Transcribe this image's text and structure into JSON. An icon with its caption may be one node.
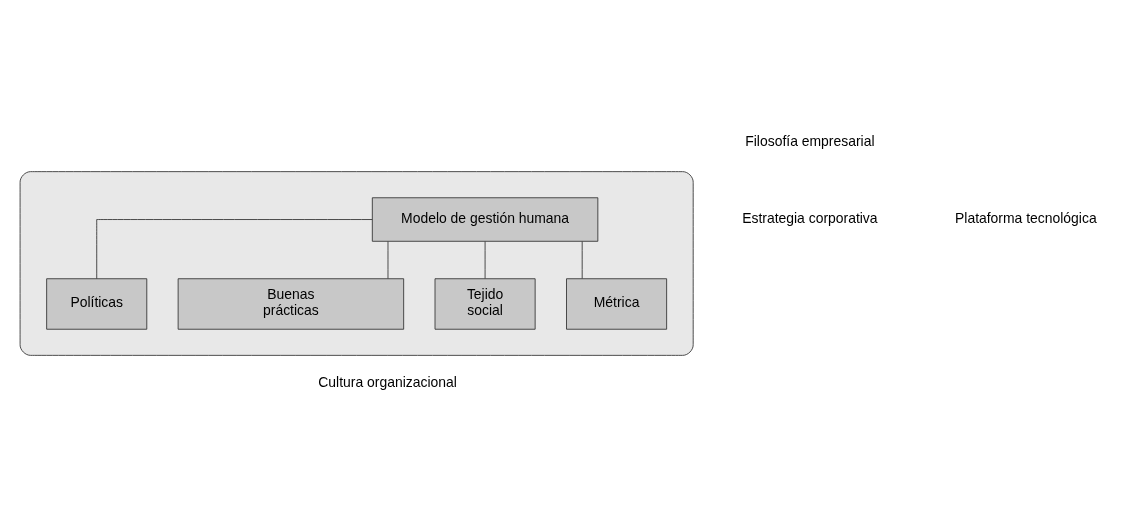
{
  "diagram": {
    "nodes": [
      {
        "text": [],
        "shape": "box"
      },
      {
        "text": [
          "Modelo de gestión humana"
        ],
        "in": 0
      },
      {
        "text": [
          "Políticas"
        ],
        "in": 0
      },
      {
        "text": [
          "Buenas prácticas"
        ],
        "in": 0
      },
      {
        "text": [
          "Tejido social"
        ],
        "in": 0
      },
      {
        "text": [
          "Métrica"
        ],
        "in": 0
      }
    ],
    "edges": [
      {
        "from": 1,
        "to": 2,
        "arrow": "none"
      },
      {
        "from": 1,
        "to": 3,
        "arrow": "none"
      },
      {
        "from": 1,
        "to": 4,
        "arrow": "none"
      },
      {
        "from": 1,
        "to": 5,
        "arrow": "none"
      }
    ],
    "labels": [
      "Filosofía empresarial",
      "Estrategia corporativa",
      "Plataforma tecnológica",
      "Cultura organizacional"
    ]
  }
}
